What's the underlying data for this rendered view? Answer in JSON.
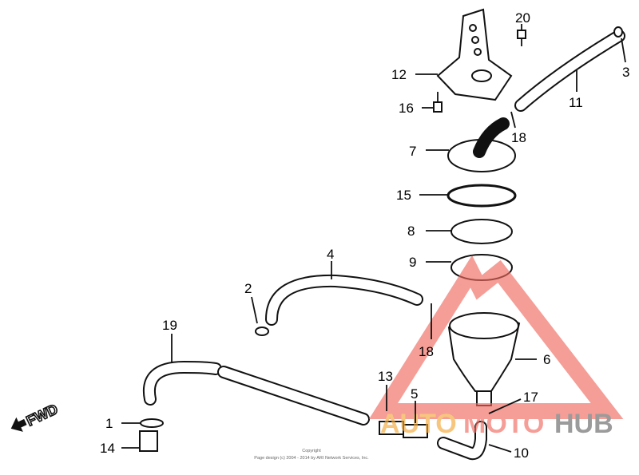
{
  "diagram": {
    "callouts": [
      "20",
      "3",
      "12",
      "11",
      "16",
      "18",
      "7",
      "15",
      "8",
      "9",
      "4",
      "2",
      "18",
      "6",
      "19",
      "13",
      "5",
      "17",
      "1",
      "14",
      "10"
    ],
    "direction_label": "FWD",
    "copyright_line1": "Copyright",
    "copyright_line2": "Page design (c) 2004 - 2014 by ARI Network Services, Inc.",
    "watermark": {
      "text_part1": "AUTO",
      "text_part2": "MOTO",
      "text_part3": "HUB",
      "colors": [
        "#f4a83a",
        "#f08080",
        "#8c8c8c"
      ]
    }
  }
}
